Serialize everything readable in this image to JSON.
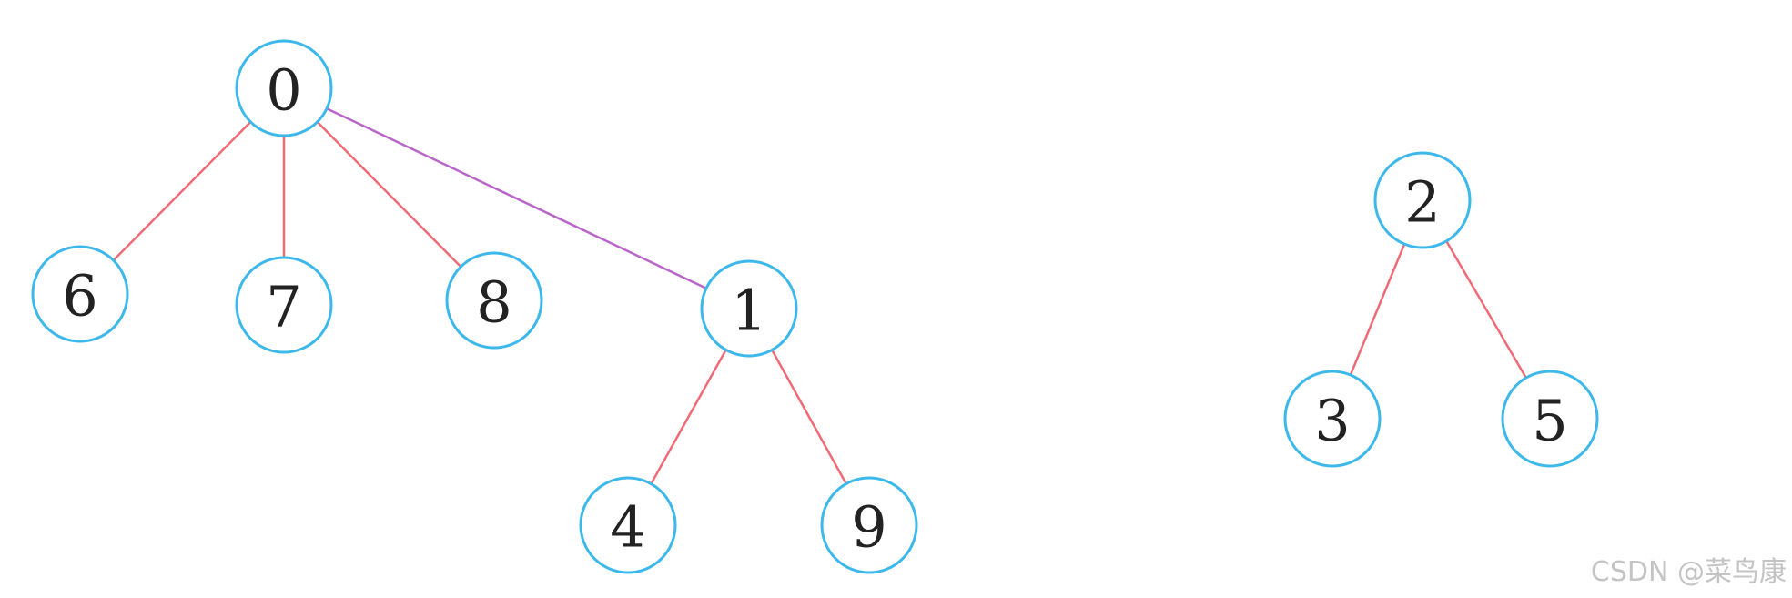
{
  "diagram": {
    "colors": {
      "node_border": "#3db8ea",
      "edge_default": "#f06a76",
      "edge_highlight": "#b866c7",
      "label": "#222222"
    },
    "nodes": [
      {
        "id": "n0",
        "label": "0"
      },
      {
        "id": "n6",
        "label": "6"
      },
      {
        "id": "n7",
        "label": "7"
      },
      {
        "id": "n8",
        "label": "8"
      },
      {
        "id": "n1",
        "label": "1"
      },
      {
        "id": "n4",
        "label": "4"
      },
      {
        "id": "n9",
        "label": "9"
      },
      {
        "id": "n2",
        "label": "2"
      },
      {
        "id": "n3",
        "label": "3"
      },
      {
        "id": "n5",
        "label": "5"
      }
    ],
    "edges": [
      {
        "from": "n0",
        "to": "n6",
        "color": "edge_default"
      },
      {
        "from": "n0",
        "to": "n7",
        "color": "edge_default"
      },
      {
        "from": "n0",
        "to": "n8",
        "color": "edge_default"
      },
      {
        "from": "n0",
        "to": "n1",
        "color": "edge_highlight"
      },
      {
        "from": "n1",
        "to": "n4",
        "color": "edge_default"
      },
      {
        "from": "n1",
        "to": "n9",
        "color": "edge_default"
      },
      {
        "from": "n2",
        "to": "n3",
        "color": "edge_default"
      },
      {
        "from": "n2",
        "to": "n5",
        "color": "edge_default"
      }
    ]
  },
  "watermark": {
    "text": "CSDN @菜鸟康"
  }
}
